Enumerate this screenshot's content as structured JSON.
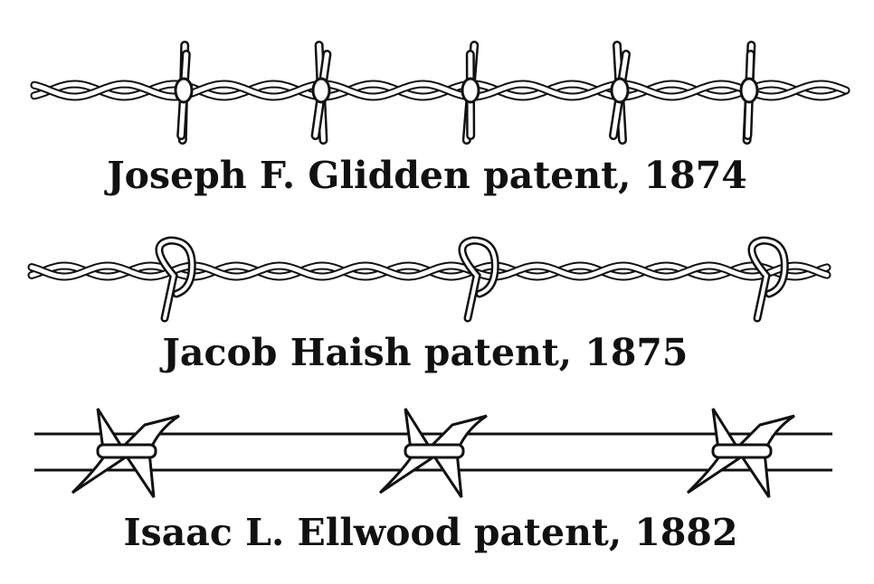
{
  "title": "Barbed wire patents",
  "colors": {
    "ink": "#111111",
    "paper": "#ffffff"
  },
  "wires": [
    {
      "caption": "Joseph F. Glidden patent, 1874",
      "style": "twisted-two-point"
    },
    {
      "caption": "Jacob Haish patent, 1875",
      "style": "twisted-s-barb"
    },
    {
      "caption": "Isaac L. Ellwood patent, 1882",
      "style": "parallel-star-barb"
    }
  ]
}
